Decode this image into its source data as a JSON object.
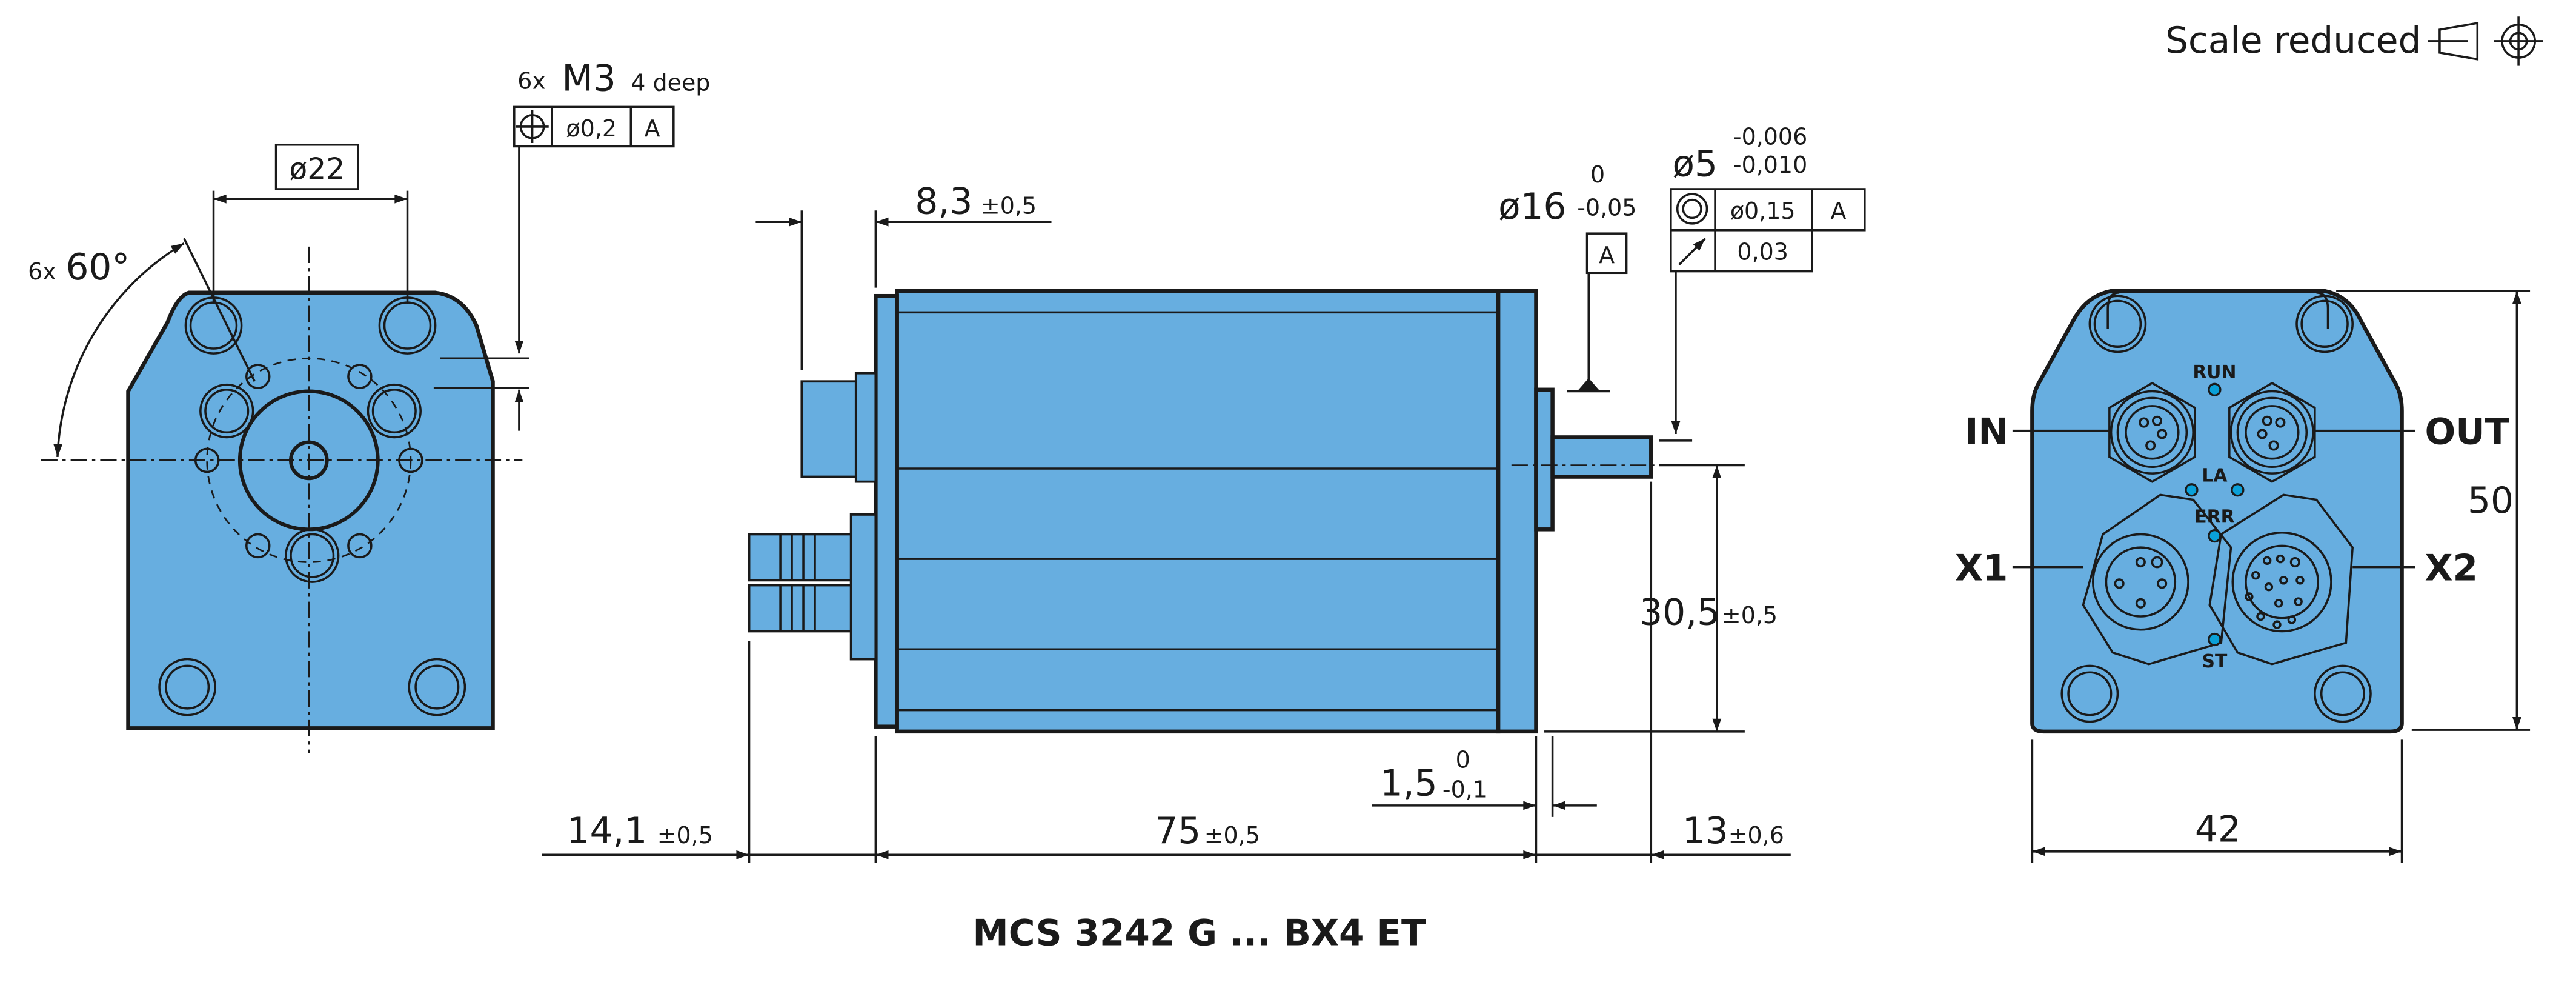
{
  "header": {
    "scale_label": "Scale reduced"
  },
  "front_view": {
    "thread_count": "6x",
    "thread": "M3",
    "thread_depth": "4 deep",
    "fcf_position_tol": "ø0,2",
    "fcf_datum": "A",
    "pitch_diameter": "ø22",
    "angle_count": "6x",
    "angle": "60°"
  },
  "side_view": {
    "dim_8_3": "8,3",
    "dim_8_3_tol": "±0,5",
    "dia16": "ø16",
    "dia16_upper": "0",
    "dia16_lower": "-0,05",
    "datum_a": "A",
    "dia5": "ø5",
    "dia5_upper": "-0,006",
    "dia5_lower": "-0,010",
    "fcf_concentricity": "ø0,15",
    "fcf_datum": "A",
    "fcf_runout": "0,03",
    "dim_30_5": "30,5",
    "dim_30_5_tol": "±0,5",
    "dim_1_5": "1,5",
    "dim_1_5_upper": "0",
    "dim_1_5_lower": "-0,1",
    "dim_14_1": "14,1",
    "dim_14_1_tol": "±0,5",
    "dim_75": "75",
    "dim_75_tol": "±0,5",
    "dim_13": "13",
    "dim_13_tol": "±0,6"
  },
  "rear_view": {
    "conn_in": "IN",
    "conn_out": "OUT",
    "conn_x1": "X1",
    "conn_x2": "X2",
    "led_run": "RUN",
    "led_la": "LA",
    "led_err": "ERR",
    "led_st": "ST",
    "height": "50",
    "width": "42"
  },
  "title": "MCS 3242 G ... BX4 ET",
  "colors": {
    "body": "#67aee0",
    "led": "#0aa0d8",
    "line": "#1a1a1a"
  }
}
